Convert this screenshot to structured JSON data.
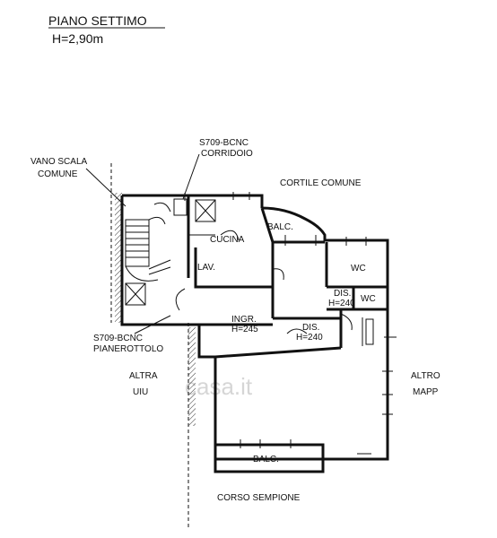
{
  "header": {
    "title": "PIANO SETTIMO",
    "height": "H=2,90m"
  },
  "labels": {
    "vano_scala_1": "VANO SCALA",
    "vano_scala_2": "COMUNE",
    "s709_corridoio_code": "S709-BCNC",
    "s709_corridoio_name": "CORRIDOIO",
    "cortile_comune": "CORTILE COMUNE",
    "balc_top": "BALC.",
    "cucina": "CUCINA",
    "lav": "LAV.",
    "wc_1": "WC",
    "dis_1": "DIS.",
    "dis_1_h": "H=240",
    "wc_2": "WC",
    "ingr": "INGR.",
    "ingr_h": "H=245",
    "dis_2": "DIS.",
    "dis_2_h": "H=240",
    "s709_pian_code": "S709-BCNC",
    "s709_pian_name": "PIANEROTTOLO",
    "altra_1": "ALTRA",
    "altra_2": "UIU",
    "altro_1": "ALTRO",
    "altro_2": "MAPP",
    "balc_bottom": "BALC.",
    "corso": "CORSO SEMPIONE"
  },
  "watermark": "casa.it"
}
